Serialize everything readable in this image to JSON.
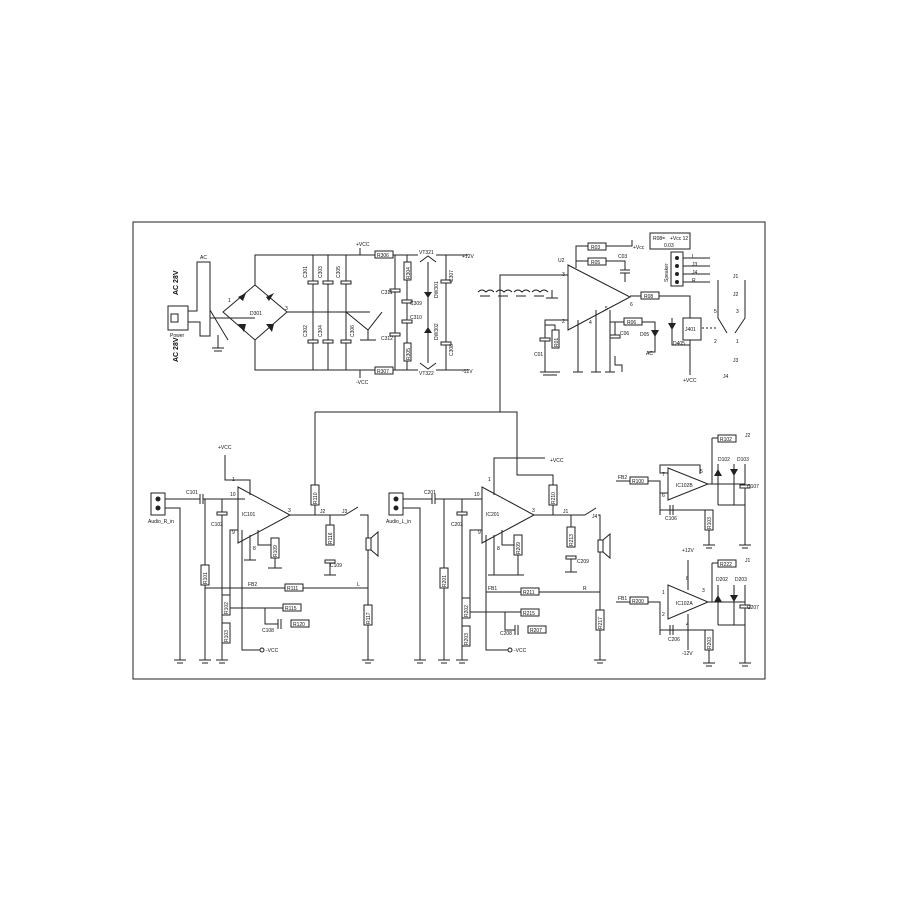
{
  "labels": {
    "power": {
      "ac_top": "AC 28V",
      "ac_bottom": "AC 28V",
      "power": "Power",
      "ac": "AC",
      "bridge": "D301",
      "caps": [
        "C301",
        "C302",
        "C303",
        "C304",
        "C305",
        "C306"
      ],
      "r306": "R306",
      "r307": "R307",
      "vcc_top": "+VCC",
      "vcc_bottom": "-VCC",
      "v12_top": "+12V",
      "v12_bottom": "-12V",
      "vt321": "VT321",
      "vt322": "VT322",
      "r304": "R304",
      "r305": "R305",
      "dw301": "DW301",
      "dw302": "DW302",
      "c307": "C307",
      "c308": "C308",
      "c309": "C309",
      "c310": "C310",
      "c311": "C311",
      "c312": "C312"
    },
    "protect": {
      "u2": "U2",
      "vcc": "+Vcc",
      "r03": "R03",
      "r05": "R05",
      "c03": "C03",
      "r08": "R08",
      "r06": "R06",
      "c01": "C01",
      "r01": "R01",
      "c06": "C06",
      "d05": "D05",
      "ac": "AC",
      "j401": "J401",
      "d405": "D405",
      "vcc_bottom": "+VCC",
      "r08_label": "R08=",
      "vcc12": "+Vcc 12",
      "val003": "0.03",
      "speaker": "Speaker",
      "j1": "J1",
      "j2": "J2",
      "j3": "J3",
      "j4": "J4",
      "pins": [
        "L",
        "J3",
        "J4",
        "R"
      ],
      "relay_j1": "J1",
      "relay_j2": "J2",
      "relay_j3": "J3",
      "relay_j4": "J4",
      "pin5": "5",
      "pin2": "2",
      "pin3": "3",
      "pin1": "1",
      "pin4": "4",
      "pin6": "6",
      "pin7": "7",
      "pin8": "8"
    },
    "right_ch": {
      "input": "Audio_R_in",
      "c101": "C101",
      "c102": "C102",
      "r101": "R101",
      "r102": "R102",
      "r103": "R103",
      "ic": "IC101",
      "vcc": "+VCC",
      "vcc_neg": "-VCC",
      "r110": "R110",
      "r109": "R109",
      "r111": "R111",
      "r115": "R115",
      "r116": "R116",
      "r120": "R120",
      "c108": "C108",
      "c109": "C109",
      "r117": "R117",
      "fb2": "FB2",
      "l": "L",
      "j2": "J2",
      "j3": "J3",
      "pin10": "10",
      "pin1": "1",
      "pin3": "3",
      "pin9": "9",
      "pin8": "8",
      "pin4": "4"
    },
    "left_ch": {
      "input": "Audio_L_in",
      "c201": "C201",
      "c202": "C202",
      "r201": "R201",
      "r202": "R202",
      "r203": "R203",
      "ic": "IC201",
      "vcc": "+VCC",
      "vcc_neg": "-VCC",
      "r210": "R210",
      "r209": "R209",
      "r211": "R211",
      "r213": "R213",
      "r215": "R215",
      "r207": "R207",
      "r216": "R216",
      "c208": "C208",
      "c209": "C209",
      "r217": "R217",
      "fb1": "FB1",
      "r": "R",
      "j1": "J1",
      "j4": "J4",
      "pin10": "10",
      "pin1": "1",
      "pin3": "3",
      "pin9": "9",
      "pin8": "8"
    },
    "fb": {
      "fb2": "FB2",
      "r100": "R100",
      "r102": "R102",
      "ic102b": "IC102B",
      "d102": "D102",
      "d103": "D103",
      "c107": "C107",
      "c106": "C106",
      "r103": "R103",
      "j2": "J2",
      "v12": "+12V",
      "fb1": "FB1",
      "r200": "R200",
      "r222": "R222",
      "ic102a": "IC102A",
      "d202": "D202",
      "d203": "D203",
      "c207": "C207",
      "c206": "C206",
      "r203": "R203",
      "j1": "J1",
      "v12n": "-12V",
      "pin7": "7",
      "pin5": "5",
      "pin6": "6",
      "pin1": "1",
      "pin3": "3",
      "pin2": "2",
      "pin8": "8",
      "pin4": "4"
    }
  }
}
